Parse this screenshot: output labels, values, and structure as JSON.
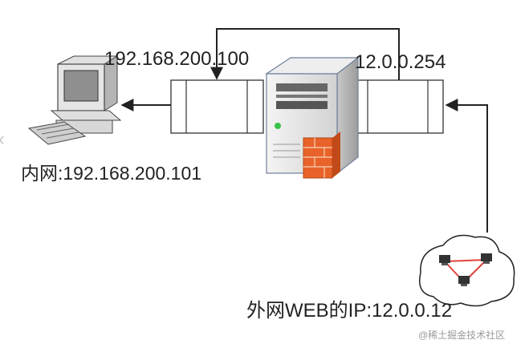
{
  "diagram": {
    "inner_gateway_ip": "192.168.200.100",
    "outer_gateway_ip": "12.0.0.254",
    "lan_host_label": "内网:192.168.200.101",
    "external_web_label": "外网WEB的IP:12.0.0.12",
    "watermark": "@稀土掘金技术社区",
    "edge_glyph": "‹"
  },
  "icons": {
    "lan_host": "desktop-computer-icon",
    "gateway": "server-tower-icon",
    "firewall": "firewall-brick-icon",
    "external": "cloud-network-icon"
  },
  "colors": {
    "line": "#222222",
    "server_body": "#e4e4e4",
    "firewall": "#e8632a",
    "network_node": "#333333",
    "network_link": "#e0433a"
  }
}
